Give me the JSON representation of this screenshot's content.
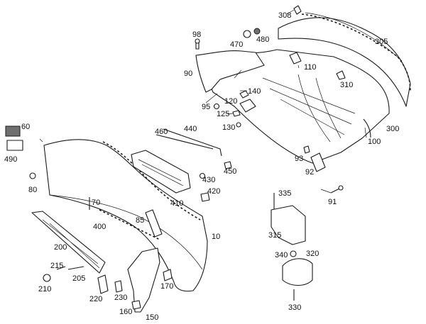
{
  "labels": {
    "p308": "308",
    "p305": "305",
    "p98": "98",
    "p470": "470",
    "p480": "480",
    "p90": "90",
    "p110": "110",
    "p310": "310",
    "p140": "140",
    "p120": "120",
    "p95": "95",
    "p125": "125",
    "p130": "130",
    "p300": "300",
    "p100": "100",
    "p60": "60",
    "p490": "490",
    "p460": "460",
    "p440": "440",
    "p93": "93",
    "p92": "92",
    "p450": "450",
    "p80": "80",
    "p430": "430",
    "p420": "420",
    "p335": "335",
    "p91": "91",
    "p70": "70",
    "p410": "410",
    "p400": "400",
    "p85": "85",
    "p315": "315",
    "p10": "10",
    "p200": "200",
    "p340": "340",
    "p320": "320",
    "p215": "215",
    "p205": "205",
    "p210": "210",
    "p170": "170",
    "p220": "220",
    "p230": "230",
    "p160": "160",
    "p150": "150",
    "p330": "330"
  }
}
